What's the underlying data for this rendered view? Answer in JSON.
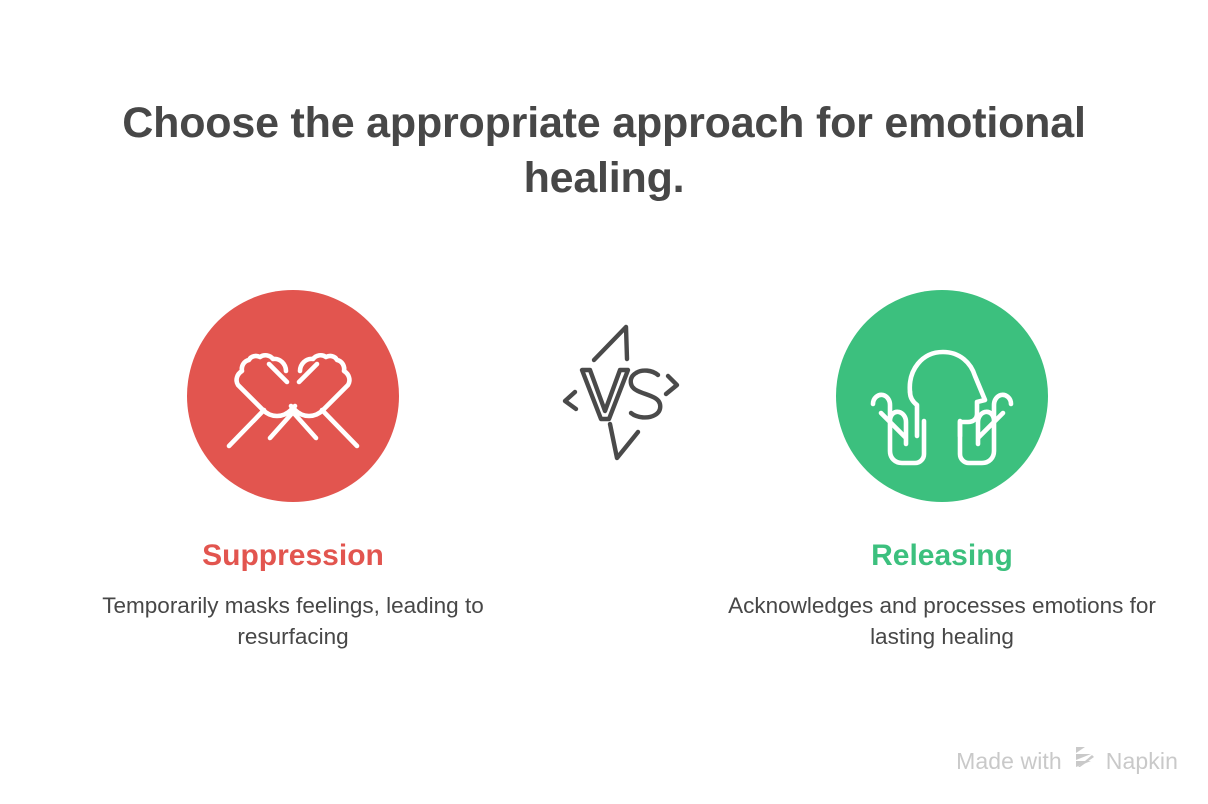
{
  "page": {
    "title": "Choose the appropriate approach for emotional healing.",
    "background_color": "#FFFFFF",
    "title_color": "#474747"
  },
  "comparison": {
    "divider_label": "VS",
    "sides": [
      {
        "id": "suppression",
        "label": "Suppression",
        "description": "Temporarily masks feelings, leading to resurfacing",
        "color": "#E2554F",
        "icon": "crossed-fists-icon"
      },
      {
        "id": "releasing",
        "label": "Releasing",
        "description": "Acknowledges and processes emotions for lasting healing",
        "color": "#3CC07E",
        "icon": "head-with-open-hands-icon"
      }
    ]
  },
  "watermark": {
    "prefix": "Made with",
    "brand": "Napkin",
    "color": "#C9C9C9",
    "logo_icon": "napkin-logo-icon"
  }
}
